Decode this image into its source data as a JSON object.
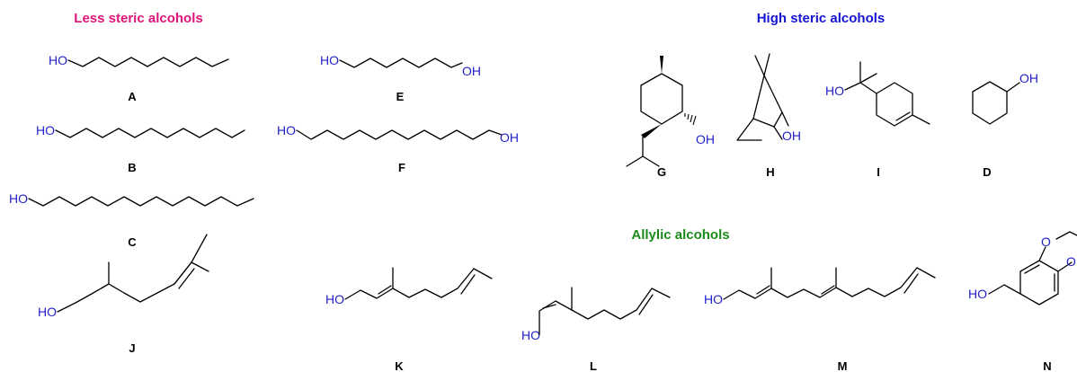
{
  "headings": {
    "less_steric": {
      "text": "Less steric alcohols",
      "color": "#e0137a"
    },
    "high_steric": {
      "text": "High steric alcohols",
      "color": "#1515d6"
    },
    "allylic": {
      "text": "Allylic alcohols",
      "color": "#1a8a1a"
    }
  },
  "atom_text": {
    "ho": "HO",
    "oh": "OH",
    "o": "O"
  },
  "compounds": {
    "A": {
      "label": "A"
    },
    "B": {
      "label": "B"
    },
    "C": {
      "label": "C"
    },
    "D": {
      "label": "D"
    },
    "E": {
      "label": "E"
    },
    "F": {
      "label": "F"
    },
    "G": {
      "label": "G"
    },
    "H": {
      "label": "H"
    },
    "I": {
      "label": "I"
    },
    "J": {
      "label": "J"
    },
    "K": {
      "label": "K"
    },
    "L": {
      "label": "L"
    },
    "M": {
      "label": "M"
    },
    "N": {
      "label": "N"
    }
  }
}
